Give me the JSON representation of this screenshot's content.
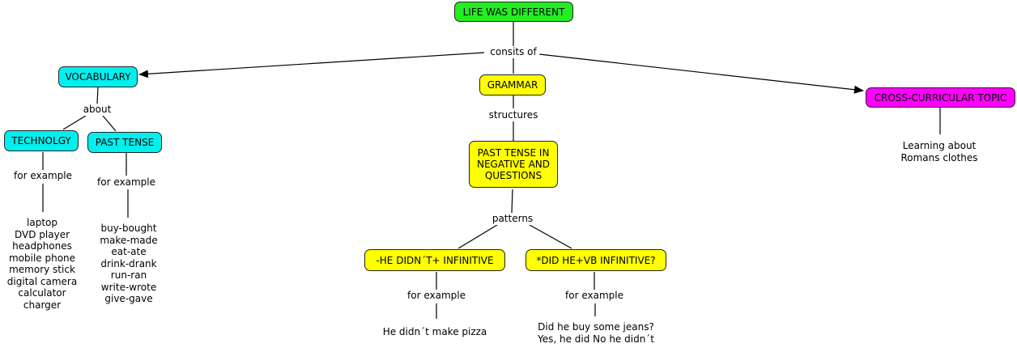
{
  "concept_map": {
    "root": "LIFE WAS DIFFERENT",
    "root_link": "consits of",
    "vocabulary": "VOCABULARY",
    "vocabulary_link": "about",
    "technology": "TECHNOLGY",
    "past_tense": "PAST TENSE",
    "tech_link": "for example",
    "past_link": "for example",
    "tech_examples": "laptop\nDVD player\nheadphones\nmobile phone\nmemory stick\ndigital camera\ncalculator\ncharger",
    "past_examples": "buy-bought\nmake-made\neat-ate\ndrink-drank\nrun-ran\nwrite-wrote\ngive-gave",
    "grammar": "GRAMMAR",
    "grammar_link": "structures",
    "past_neg": "PAST TENSE IN\nNEGATIVE AND\nQUESTIONS",
    "past_neg_link": "patterns",
    "neg_pattern": "-HE DIDN´T+ INFINITIVE",
    "q_pattern": "*DID HE+VB INFINITIVE?",
    "neg_link": "for example",
    "q_link": "for example",
    "neg_example": "He didn´t make pizza",
    "q_example": "Did he buy some jeans?\nYes, he did No he didn´t",
    "cross": "CROSS-CURRICULAR TOPIC",
    "cross_example": "Learning about\nRomans clothes"
  },
  "colors": {
    "root": "#22ee22",
    "vocabulary": "#00f0f0",
    "grammar": "#ffff00",
    "cross": "#ff00ff"
  }
}
